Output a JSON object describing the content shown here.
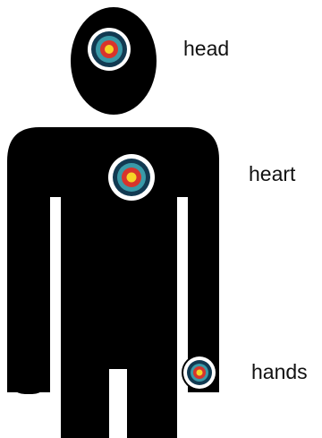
{
  "labels": {
    "head": "head",
    "heart": "heart",
    "hands": "hands"
  },
  "colors": {
    "silhouette": "#000000",
    "background": "#ffffff",
    "target_outer_ring": "#ffffff",
    "target_dark_ring": "#123a52",
    "target_teal_ring": "#3a9aa8",
    "target_red_ring": "#d8342c",
    "target_center": "#f6d526",
    "label_text": "#111111"
  },
  "icons": {
    "targets": [
      "bullseye-target-head",
      "bullseye-target-heart",
      "bullseye-target-hand"
    ]
  }
}
